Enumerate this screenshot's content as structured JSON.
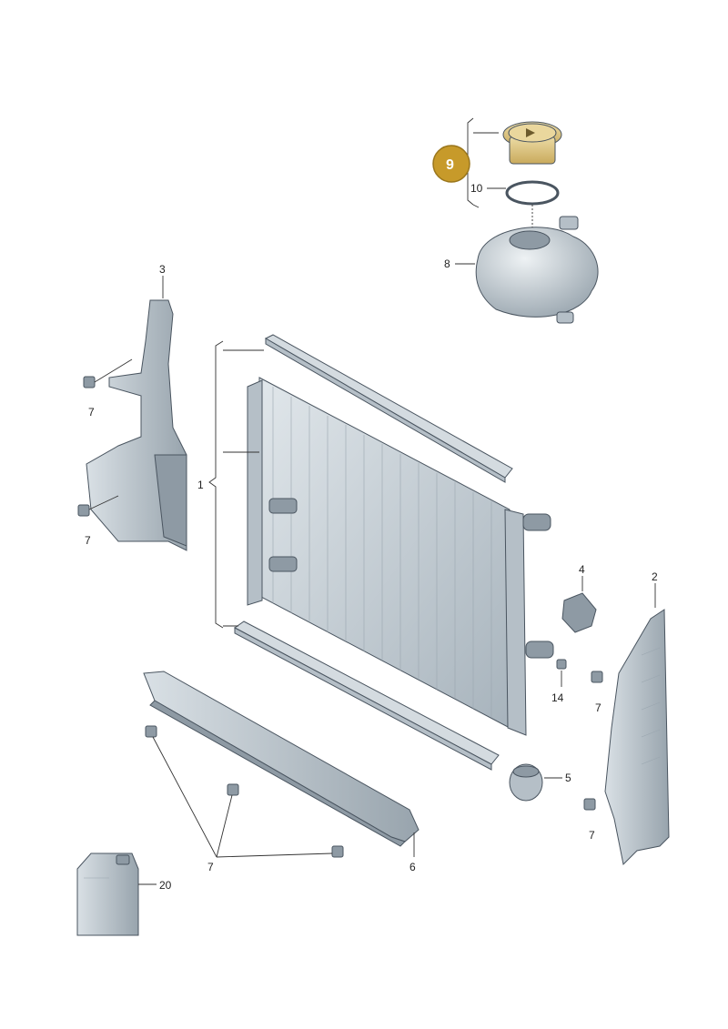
{
  "labels": {
    "part_1": "1",
    "part_2": "2",
    "part_3": "3",
    "part_4": "4",
    "part_5": "5",
    "part_6": "6",
    "part_7a": "7",
    "part_7b": "7",
    "part_7c": "7",
    "part_7d": "7",
    "part_7e": "7",
    "part_8": "8",
    "part_10": "10",
    "part_14": "14",
    "part_20": "20"
  },
  "highlight": {
    "label": "9",
    "color": "#c79a2a"
  },
  "colors": {
    "part_fill": "#cfd7dd",
    "part_shadow": "#9aa6af",
    "highlight_part": "#d8bf7a"
  }
}
